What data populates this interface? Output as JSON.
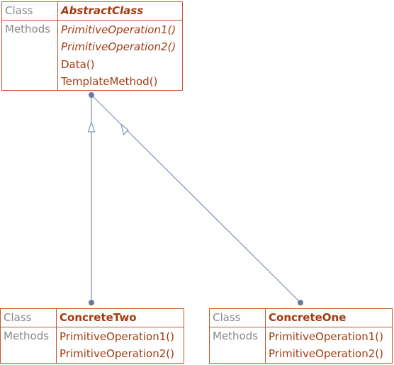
{
  "labels": {
    "class_key": "Class",
    "methods_key": "Methods"
  },
  "classes": {
    "abstract": {
      "name": "AbstractClass",
      "methods": [
        "PrimitiveOperation1()",
        "PrimitiveOperation2()",
        "Data()",
        "TemplateMethod()"
      ]
    },
    "concrete_two": {
      "name": "ConcreteTwo",
      "methods": [
        "PrimitiveOperation1()",
        "PrimitiveOperation2()"
      ]
    },
    "concrete_one": {
      "name": "ConcreteOne",
      "methods": [
        "PrimitiveOperation1()",
        "PrimitiveOperation2()"
      ]
    }
  },
  "colors": {
    "border": "#c0552a",
    "class_name": "#a33a0f",
    "key_label": "#888888",
    "connector": "#7f93b8",
    "connector_dot": "#6b7a99"
  }
}
